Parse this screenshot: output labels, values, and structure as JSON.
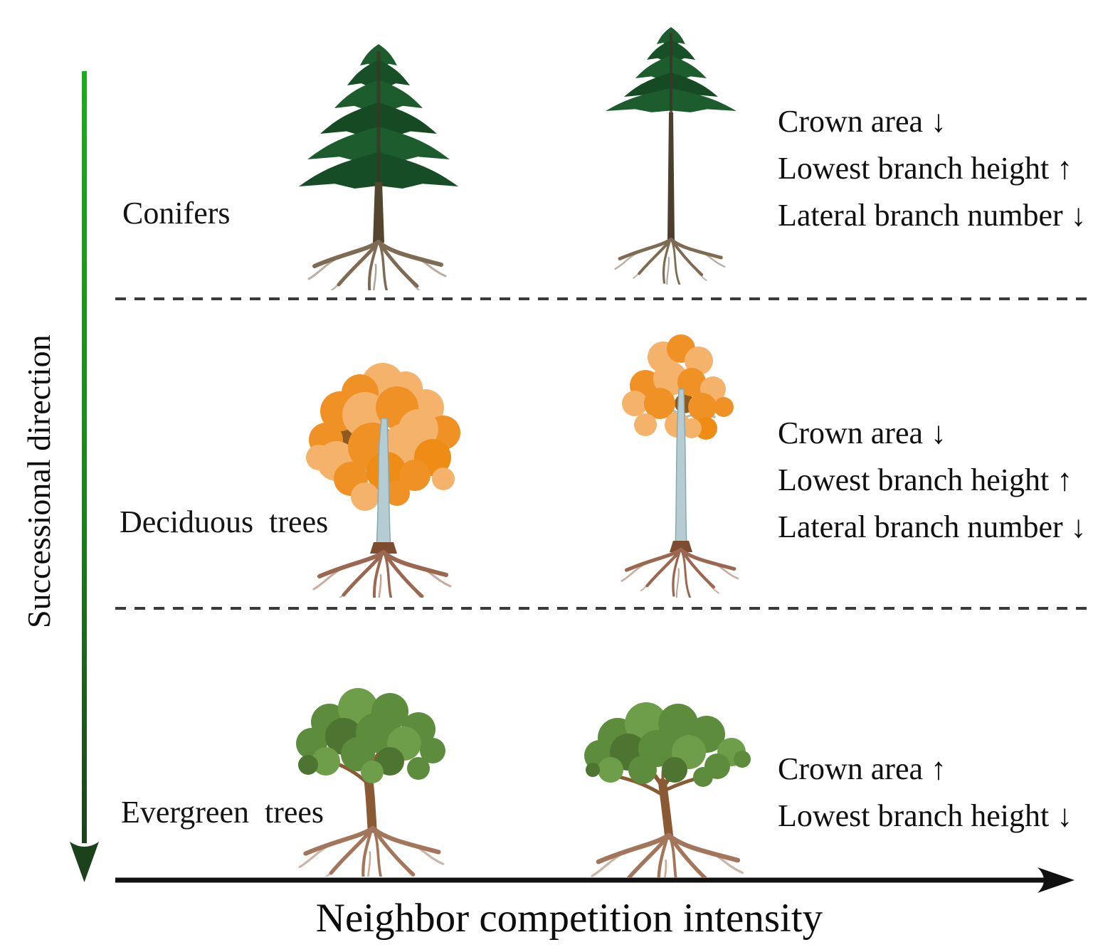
{
  "figure": {
    "y_axis_label": "Successional direction",
    "x_axis_label": "Neighbor competition intensity"
  },
  "colors": {
    "succession_arrow_start": "#12b312",
    "succession_arrow_end": "#1c421c",
    "axis_color": "#111111",
    "text_color": "#141414",
    "divider_color": "#3b3b3b",
    "conifer_foliage": "#1d5c2d",
    "deciduous_foliage": "#f09126",
    "deciduous_trunk": "#b5ccd3",
    "evergreen_foliage": "#5d8c3c",
    "root_brown": "#9b6750"
  },
  "rows": [
    {
      "label": "Conifers",
      "tree_left_icon": "conifer-wide-crown-tree",
      "tree_right_icon": "conifer-reduced-crown-tree",
      "annotations": [
        "Crown area ↓",
        "Lowest branch height ↑",
        "Lateral branch number ↓"
      ]
    },
    {
      "label": "Deciduous  trees",
      "tree_left_icon": "deciduous-wide-crown-tree",
      "tree_right_icon": "deciduous-reduced-crown-tree",
      "annotations": [
        "Crown area ↓",
        "Lowest branch height ↑",
        "Lateral branch number ↓"
      ]
    },
    {
      "label": "Evergreen  trees",
      "tree_left_icon": "evergreen-moderate-crown-tree",
      "tree_right_icon": "evergreen-expanded-crown-tree",
      "annotations": [
        "Crown area ↑",
        "Lowest branch height ↓"
      ]
    }
  ]
}
